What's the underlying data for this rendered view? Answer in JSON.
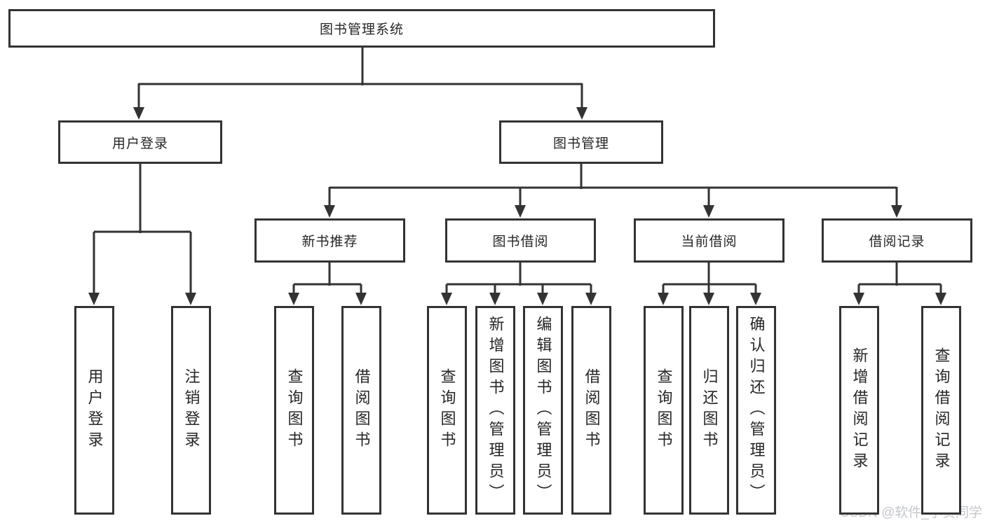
{
  "tree": {
    "label": "图书管理系统",
    "children": [
      {
        "label": "用户登录",
        "children": [
          {
            "label": "用户登录"
          },
          {
            "label": "注销登录"
          }
        ]
      },
      {
        "label": "图书管理",
        "children": [
          {
            "label": "新书推荐",
            "children": [
              {
                "label": "查询图书"
              },
              {
                "label": "借阅图书"
              }
            ]
          },
          {
            "label": "图书借阅",
            "children": [
              {
                "label": "查询图书"
              },
              {
                "label": "新增图书（管理员）"
              },
              {
                "label": "编辑图书（管理员）"
              },
              {
                "label": "借阅图书"
              }
            ]
          },
          {
            "label": "当前借阅",
            "children": [
              {
                "label": "查询图书"
              },
              {
                "label": "归还图书"
              },
              {
                "label": "确认归还（管理员）"
              }
            ]
          },
          {
            "label": "借阅记录",
            "children": [
              {
                "label": "新增借阅记录"
              },
              {
                "label": "查询借阅记录"
              }
            ]
          }
        ]
      }
    ]
  },
  "watermark": "CSDN @软件_小贺同学",
  "colors": {
    "line": "#333333",
    "text": "#262626",
    "watermark": "#c4c7cb",
    "background": "#ffffff"
  }
}
